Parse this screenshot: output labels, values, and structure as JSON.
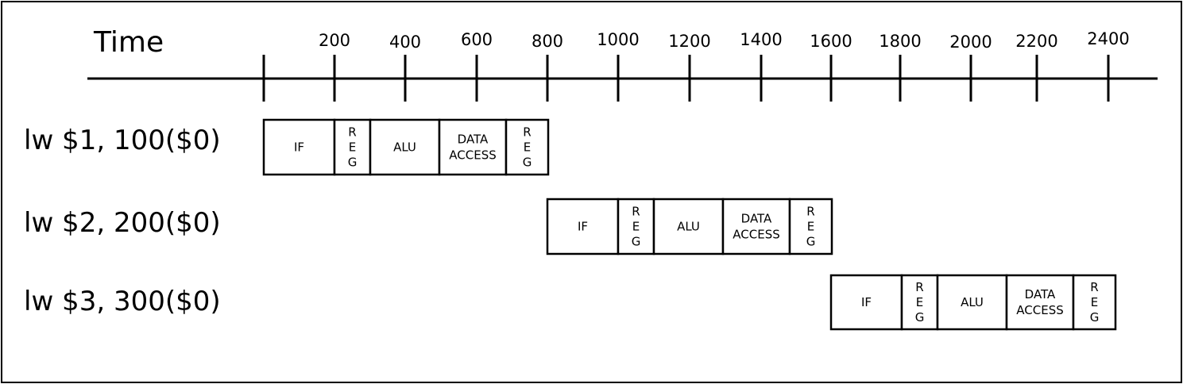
{
  "time_label": "Time",
  "tick_labels": [
    "200",
    "400",
    "600",
    "800",
    "1000",
    "1200",
    "1400",
    "1600",
    "1800",
    "2000",
    "2200",
    "2400"
  ],
  "instructions": [
    {
      "label": "lw $1, 100($0)",
      "stages": [
        {
          "lines": [
            "IF"
          ]
        },
        {
          "lines": [
            "R",
            "E",
            "G"
          ]
        },
        {
          "lines": [
            "ALU"
          ]
        },
        {
          "lines": [
            "DATA",
            "ACCESS"
          ]
        },
        {
          "lines": [
            "R",
            "E",
            "G"
          ]
        }
      ]
    },
    {
      "label": "lw $2, 200($0)",
      "stages": [
        {
          "lines": [
            "IF"
          ]
        },
        {
          "lines": [
            "R",
            "E",
            "G"
          ]
        },
        {
          "lines": [
            "ALU"
          ]
        },
        {
          "lines": [
            "DATA",
            "ACCESS"
          ]
        },
        {
          "lines": [
            "R",
            "E",
            "G"
          ]
        }
      ]
    },
    {
      "label": "lw $3, 300($0)",
      "stages": [
        {
          "lines": [
            "IF"
          ]
        },
        {
          "lines": [
            "R",
            "E",
            "G"
          ]
        },
        {
          "lines": [
            "ALU"
          ]
        },
        {
          "lines": [
            "DATA",
            "ACCESS"
          ]
        },
        {
          "lines": [
            "R",
            "E",
            "G"
          ]
        }
      ]
    }
  ]
}
